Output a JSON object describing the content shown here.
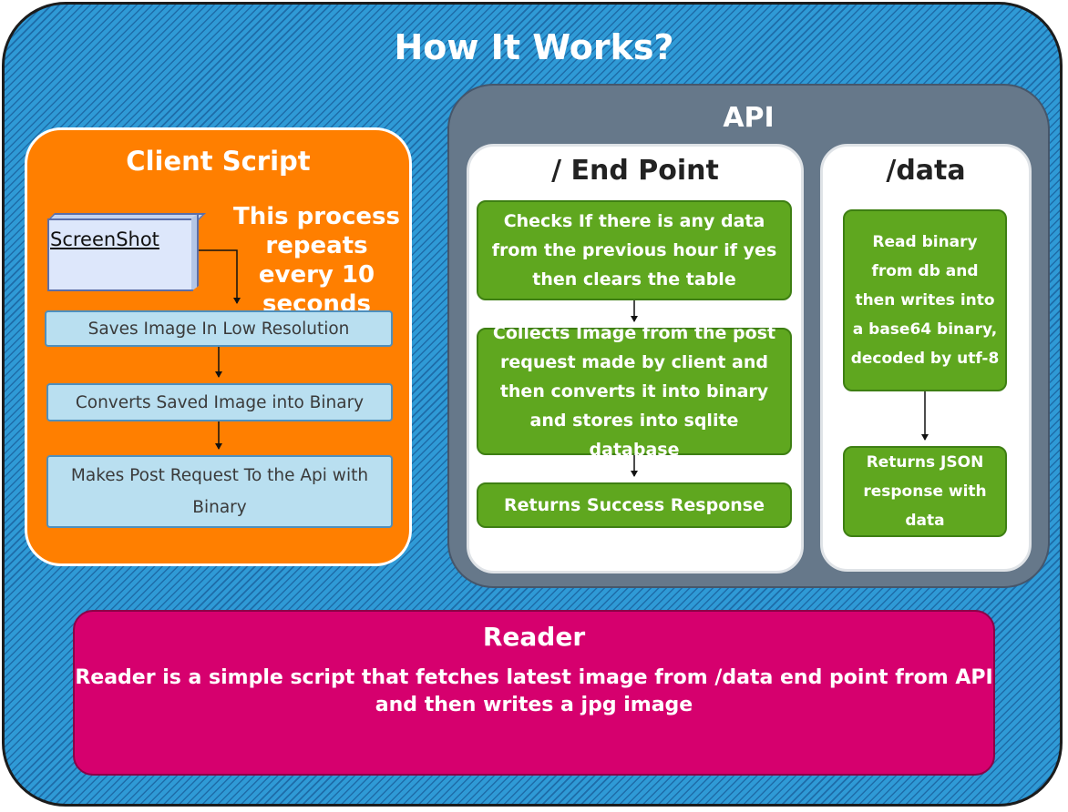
{
  "title": "How It Works?",
  "client_script": {
    "title": "Client Script",
    "screenshot_label": "ScreenShot",
    "repeat_note": "This process repeats every 10 seconds",
    "steps": [
      "Saves Image In Low Resolution",
      "Converts Saved Image into Binary",
      "Makes Post Request To the Api with Binary"
    ],
    "colors": {
      "fill": "#ff7f00",
      "step_fill": "#b9dff0"
    }
  },
  "api": {
    "title": "API",
    "endpoint": {
      "title": "/ End Point",
      "steps": [
        "Checks If there is any data from the previous hour if yes then clears the table",
        "Collects Image from the post request made by client and then converts it into binary and stores into sqlite database",
        "Returns Success Response"
      ]
    },
    "data": {
      "title": "/data",
      "steps": [
        "Read binary from db and then writes into a base64 binary, decoded by utf-8",
        "Returns JSON response with data"
      ]
    },
    "colors": {
      "fill": "#66788a",
      "step_fill": "#5fa71f"
    }
  },
  "reader": {
    "title": "Reader",
    "description": "Reader is a simple script that fetches latest image from /data end point from API and then writes a jpg image",
    "colors": {
      "fill": "#d6006e"
    }
  },
  "background": {
    "fill": "#2f9ad6"
  }
}
